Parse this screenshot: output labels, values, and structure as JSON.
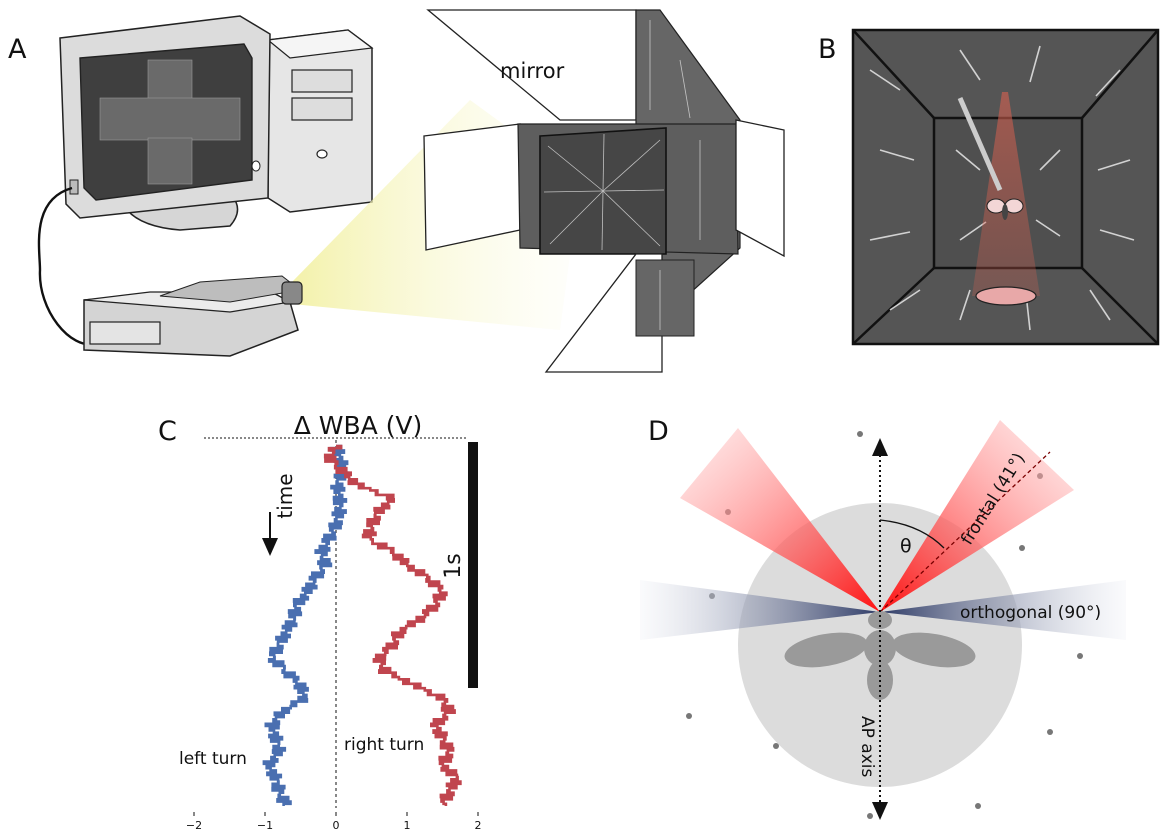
{
  "panels": {
    "a": {
      "label": "A",
      "mirror_label": "mirror"
    },
    "b": {
      "label": "B"
    },
    "c": {
      "label": "C",
      "title": "Δ WBA (V)",
      "time_label": "time",
      "scale_bar_label": "1s",
      "left_trace_label": "left turn",
      "right_trace_label": "right turn",
      "x_ticks": [
        "−2",
        "−1",
        "0",
        "1",
        "2"
      ]
    },
    "d": {
      "label": "D",
      "frontal_label": "frontal (41°)",
      "orthogonal_label": "orthogonal (90°)",
      "theta_label": "θ",
      "ap_axis_label": "AP axis"
    }
  },
  "colors": {
    "left_turn_trace": "#4a6fb0",
    "right_turn_trace": "#c0454e",
    "frontal_wedge": "#ff2020",
    "orthogonal_wedge": "#3b4a72",
    "arena_gray": "#555555"
  },
  "chart_data": {
    "type": "line",
    "title": "Δ WBA (V)",
    "xlabel": "Δ WBA (V)",
    "ylabel": "time",
    "xlim": [
      -2,
      2
    ],
    "x_ticks": [
      -2,
      -1,
      0,
      1,
      2
    ],
    "scale_bar": "1s",
    "series": [
      {
        "name": "left turn",
        "color": "#4a6fb0",
        "t": [
          0,
          0.1,
          0.2,
          0.3,
          0.4,
          0.5,
          0.6,
          0.7,
          0.8,
          0.9,
          1.0,
          1.1,
          1.2,
          1.3,
          1.4,
          1.5,
          1.6,
          1.7,
          1.8,
          1.9,
          2.0,
          2.1,
          2.2,
          2.3,
          2.4,
          2.5,
          2.6,
          2.7
        ],
        "values": [
          0.0,
          0.05,
          0.1,
          0.02,
          0.05,
          0.05,
          0.0,
          -0.1,
          -0.2,
          -0.15,
          -0.3,
          -0.4,
          -0.55,
          -0.6,
          -0.7,
          -0.8,
          -0.9,
          -0.7,
          -0.5,
          -0.45,
          -0.75,
          -0.9,
          -0.85,
          -0.8,
          -0.95,
          -0.85,
          -0.8,
          -0.7
        ]
      },
      {
        "name": "right turn",
        "color": "#c0454e",
        "t": [
          0,
          0.1,
          0.2,
          0.3,
          0.4,
          0.5,
          0.6,
          0.7,
          0.8,
          0.9,
          1.0,
          1.1,
          1.2,
          1.3,
          1.4,
          1.5,
          1.6,
          1.7,
          1.8,
          1.9,
          2.0,
          2.1,
          2.2,
          2.3,
          2.4,
          2.5,
          2.6,
          2.7
        ],
        "values": [
          0.0,
          -0.1,
          0.1,
          0.3,
          0.8,
          0.6,
          0.5,
          0.45,
          0.8,
          1.0,
          1.3,
          1.5,
          1.4,
          1.2,
          0.9,
          0.8,
          0.6,
          0.7,
          1.1,
          1.5,
          1.6,
          1.4,
          1.5,
          1.6,
          1.5,
          1.7,
          1.6,
          1.5
        ]
      }
    ]
  }
}
